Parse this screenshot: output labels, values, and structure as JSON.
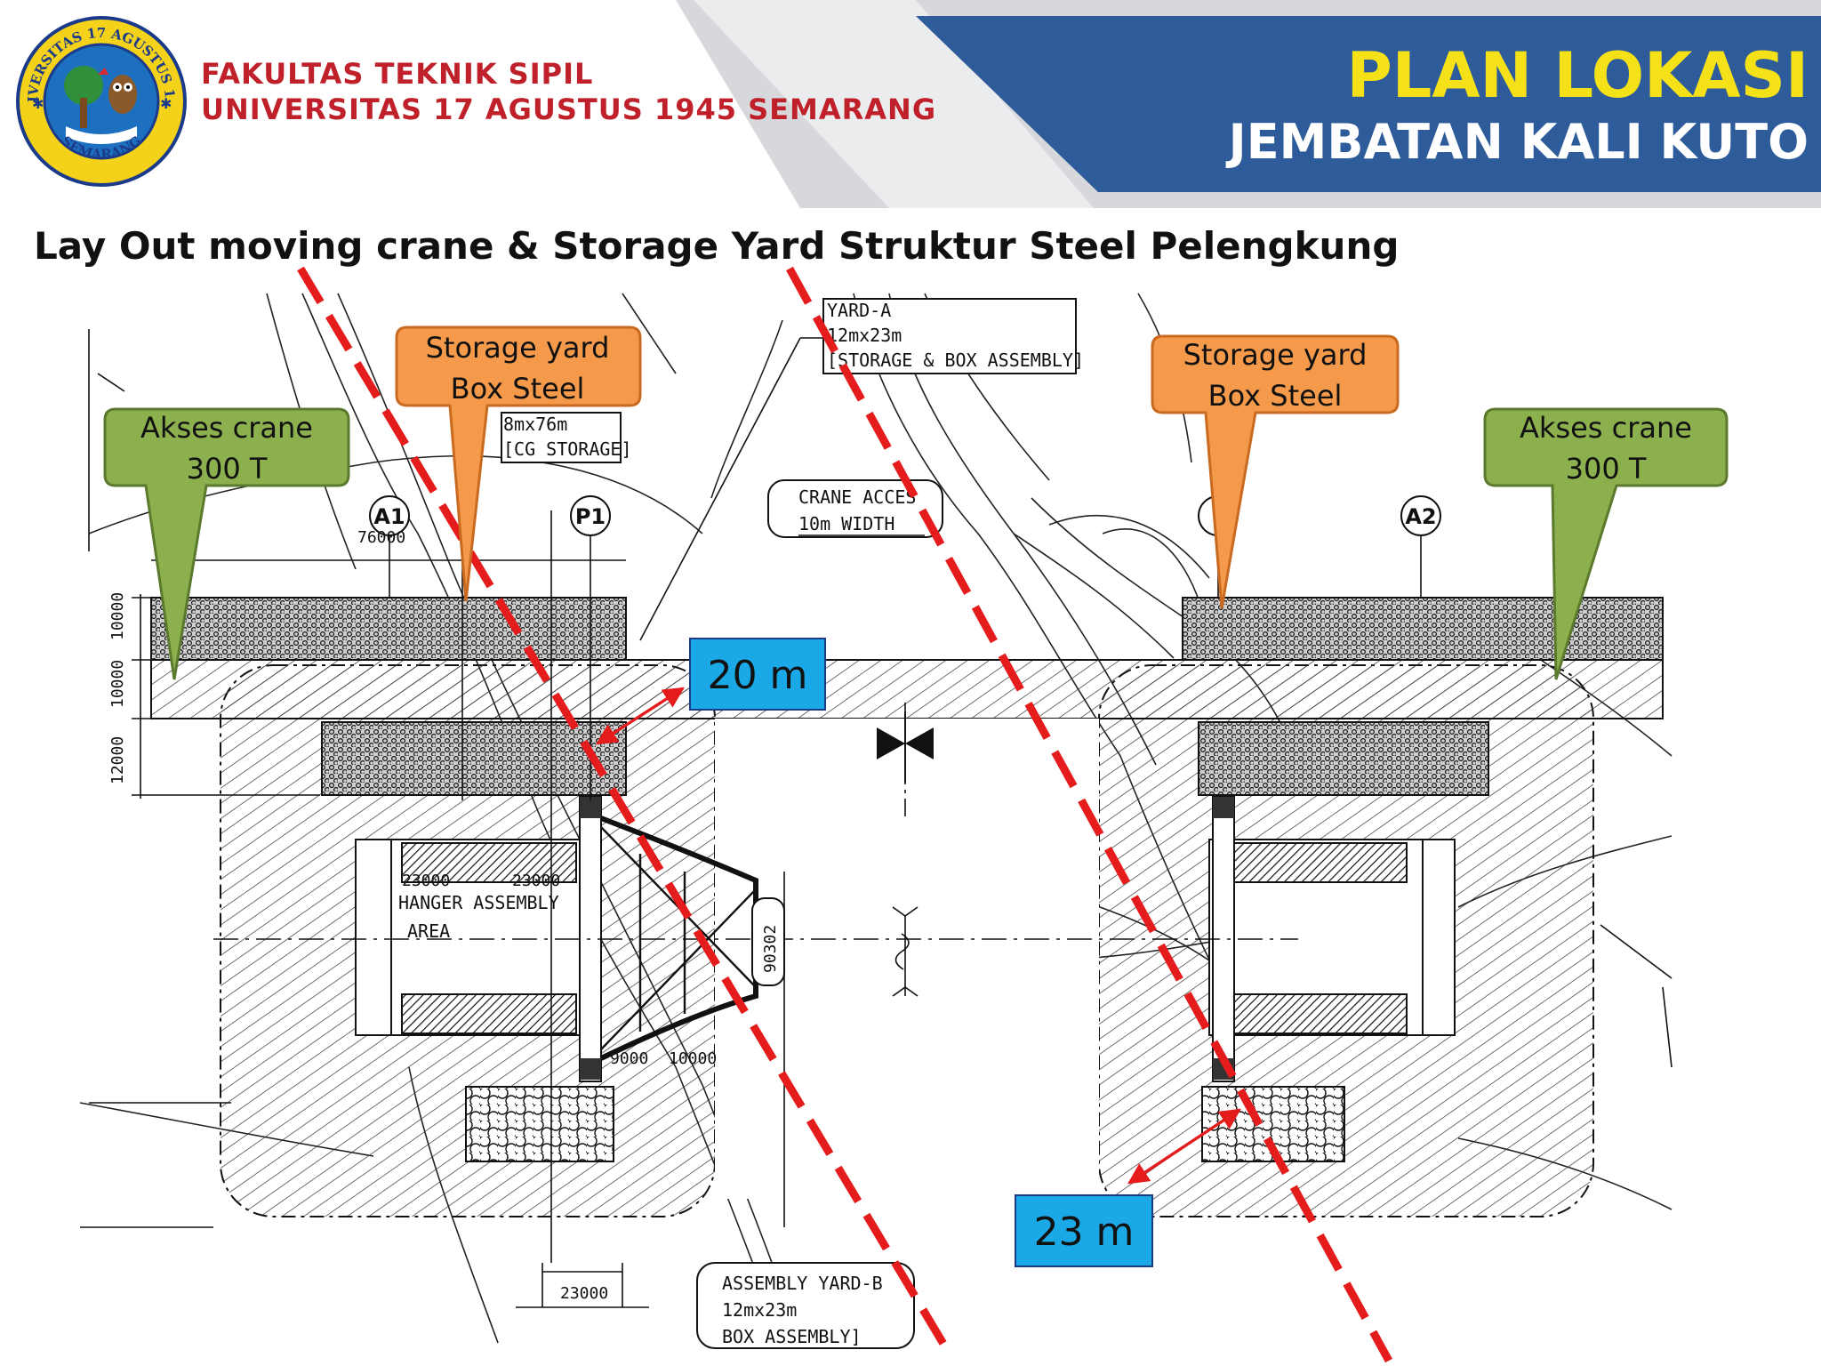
{
  "header": {
    "institution_line1": "FAKULTAS TEKNIK SIPIL",
    "institution_line2": "UNIVERSITAS 17 AGUSTUS 1945 SEMARANG",
    "title": "PLAN LOKASI",
    "subtitle": "JEMBATAN KALI KUTO",
    "logo_text_top": "UNIVERSITAS 17 AGUSTUS 1945",
    "logo_text_bottom": "SEMARANG"
  },
  "slide_title": "Lay Out moving crane & Storage Yard Struktur Steel Pelengkung",
  "callouts": {
    "akses_left": {
      "line1": "Akses crane",
      "line2": "300 T"
    },
    "storage_left": {
      "line1": "Storage yard",
      "line2": "Box Steel"
    },
    "storage_right": {
      "line1": "Storage yard",
      "line2": "Box Steel"
    },
    "akses_right": {
      "line1": "Akses crane",
      "line2": "300 T"
    }
  },
  "dimension_labels": {
    "left": "20 m",
    "right": "23 m"
  },
  "drawing_labels": {
    "yard_a_1": "YARD-A",
    "yard_a_2": "12mx23m",
    "yard_a_3": "[STORAGE & BOX ASSEMBLY]",
    "cg_1": "8mx76m",
    "cg_2": "[CG STORAGE]",
    "crane_1": "CRANE ACCES",
    "crane_2": "10m WIDTH",
    "axis_a1": "A1",
    "axis_p1": "P1",
    "axis_a2": "A2",
    "dim_76000": "76000",
    "dim_10000a": "10000",
    "dim_10000b": "10000",
    "dim_12000": "12000",
    "hanger_1": "HANGER ASSEMBLY",
    "hanger_2": "AREA",
    "dim_23000a": "23000",
    "dim_23000b": "23000",
    "dim_90302": "90302",
    "dim_9000": "9000",
    "dim_10000c": "10000",
    "dim_23000c": "23000",
    "yard_b_1": "ASSEMBLY YARD-B",
    "yard_b_2": "12mx23m",
    "yard_b_3": "BOX ASSEMBLY]"
  },
  "colors": {
    "header_blue": "#2e5c9a",
    "header_yellow": "#f5e118",
    "institution_red": "#c0202a",
    "callout_green": "#8db04e",
    "callout_orange": "#f49a4a",
    "label_blue": "#1aa9e6",
    "dash_red": "#e51c1c"
  }
}
